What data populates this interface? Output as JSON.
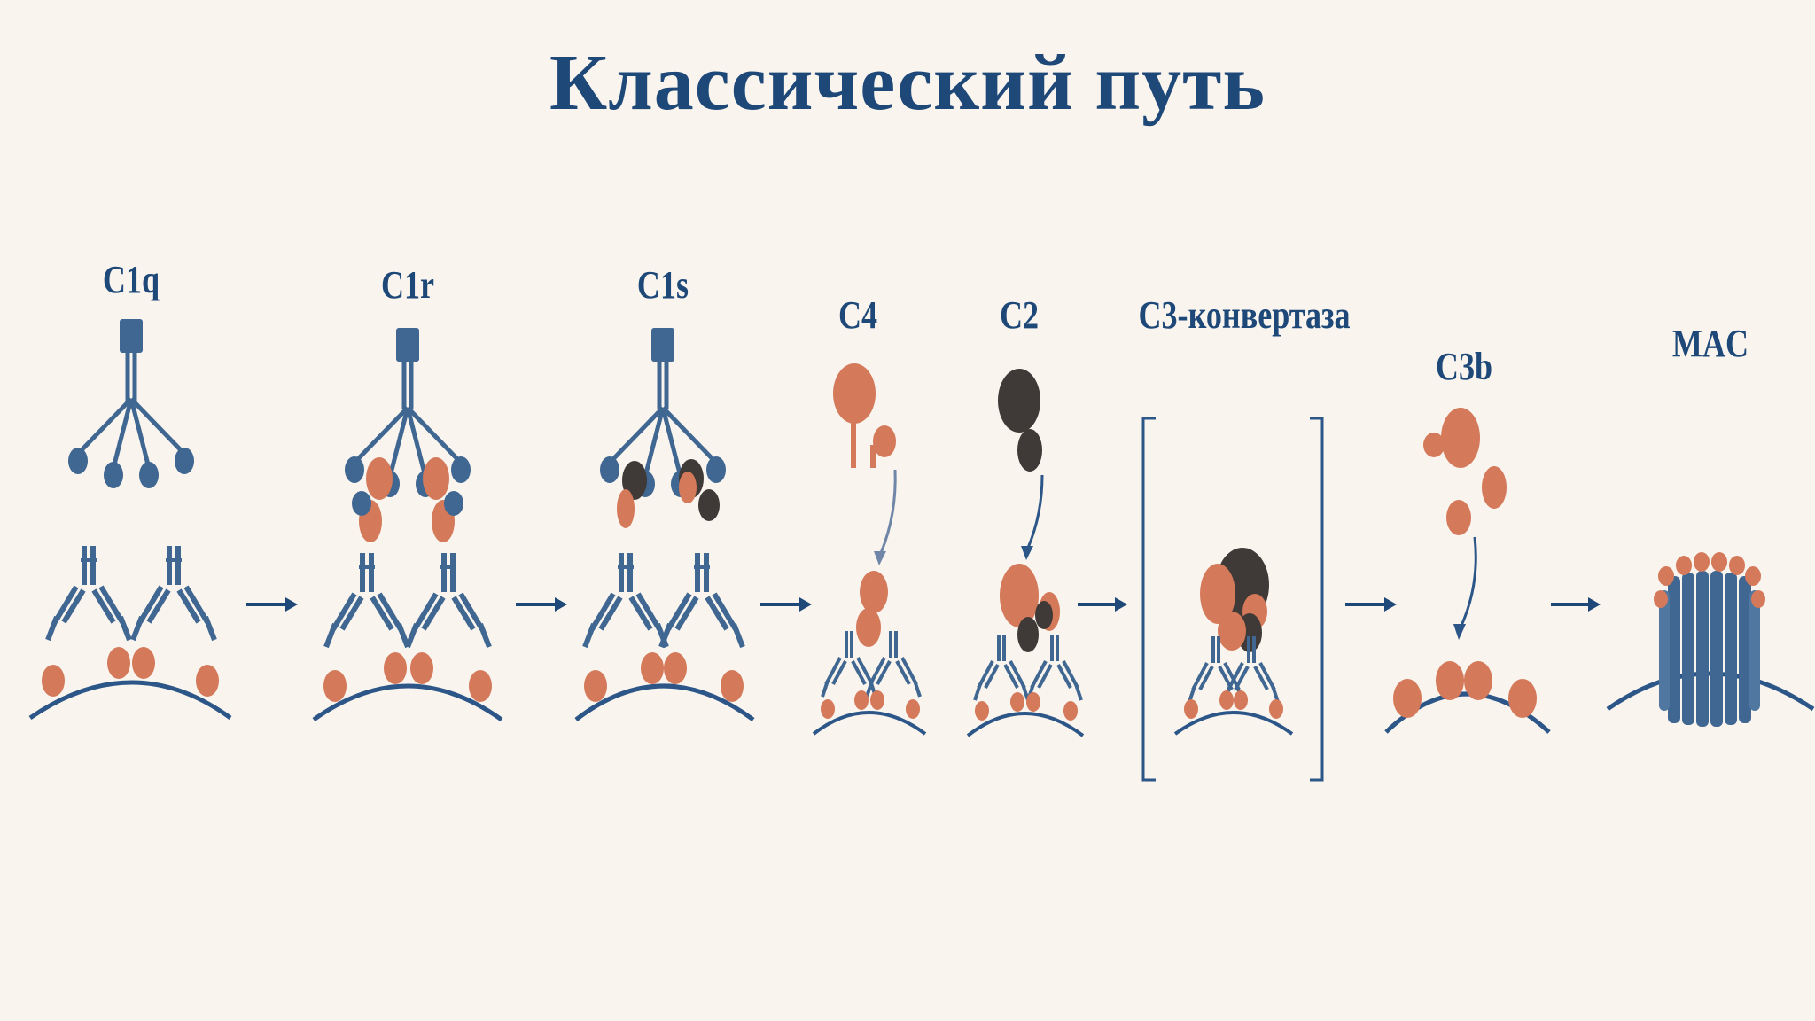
{
  "title": "Классический путь",
  "stages": [
    {
      "label": "C1q"
    },
    {
      "label": "C1r"
    },
    {
      "label": "C1s"
    },
    {
      "label": "C4"
    },
    {
      "label": "C2"
    },
    {
      "label": "C3-конвертаза"
    },
    {
      "label": "C3b"
    },
    {
      "label": "MAC"
    }
  ],
  "colors": {
    "background": "#f9f4ee",
    "blue": "#3f6791",
    "dark_blue": "#1e4878",
    "orange": "#d4795a",
    "dark": "#3f3a37"
  }
}
